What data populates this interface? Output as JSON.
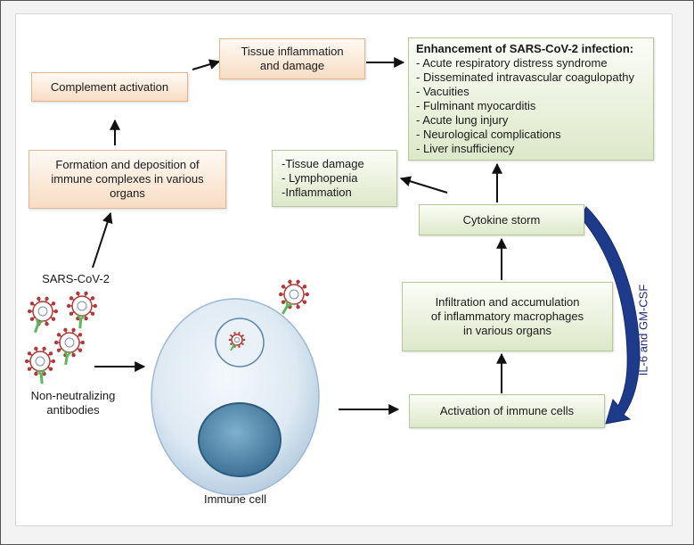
{
  "boxes": {
    "tissue_inflammation": "Tissue inflammation\nand damage",
    "complement_activation": "Complement activation",
    "formation_deposition": "Formation and deposition of\nimmune complexes in various\norgans",
    "enhancement": {
      "title": "Enhancement of SARS-CoV-2 infection:",
      "items": [
        "- Acute respiratory distress syndrome",
        "- Disseminated intravascular coagulopathy",
        "- Vacuities",
        "- Fulminant myocarditis",
        "- Acute lung injury",
        "- Neurological complications",
        "- Liver insufficiency"
      ]
    },
    "effects": {
      "items": [
        "-Tissue damage",
        "- Lymphopenia",
        "-Inflammation"
      ]
    },
    "cytokine_storm": "Cytokine storm",
    "infiltration": "Infiltration and accumulation\nof inflammatory macrophages\nin various organs",
    "activation_immune": "Activation of immune cells"
  },
  "labels": {
    "sars_cov_2": "SARS-CoV-2",
    "non_neutralizing": "Non-neutralizing\nantibodies",
    "immune_cell": "Immune cell",
    "cytokines": "IL-6 and GM-CSF"
  },
  "colors": {
    "orange_fill": "#f7dcc2",
    "green_fill": "#dde8c9",
    "arrow": "#111111",
    "blue_arrow": "#1e3a8a",
    "virus_red": "#b03a3a",
    "antibody_green": "#5cb85c",
    "cell_outer": "#dde9f3",
    "nucleus": "#5a8fb0"
  }
}
